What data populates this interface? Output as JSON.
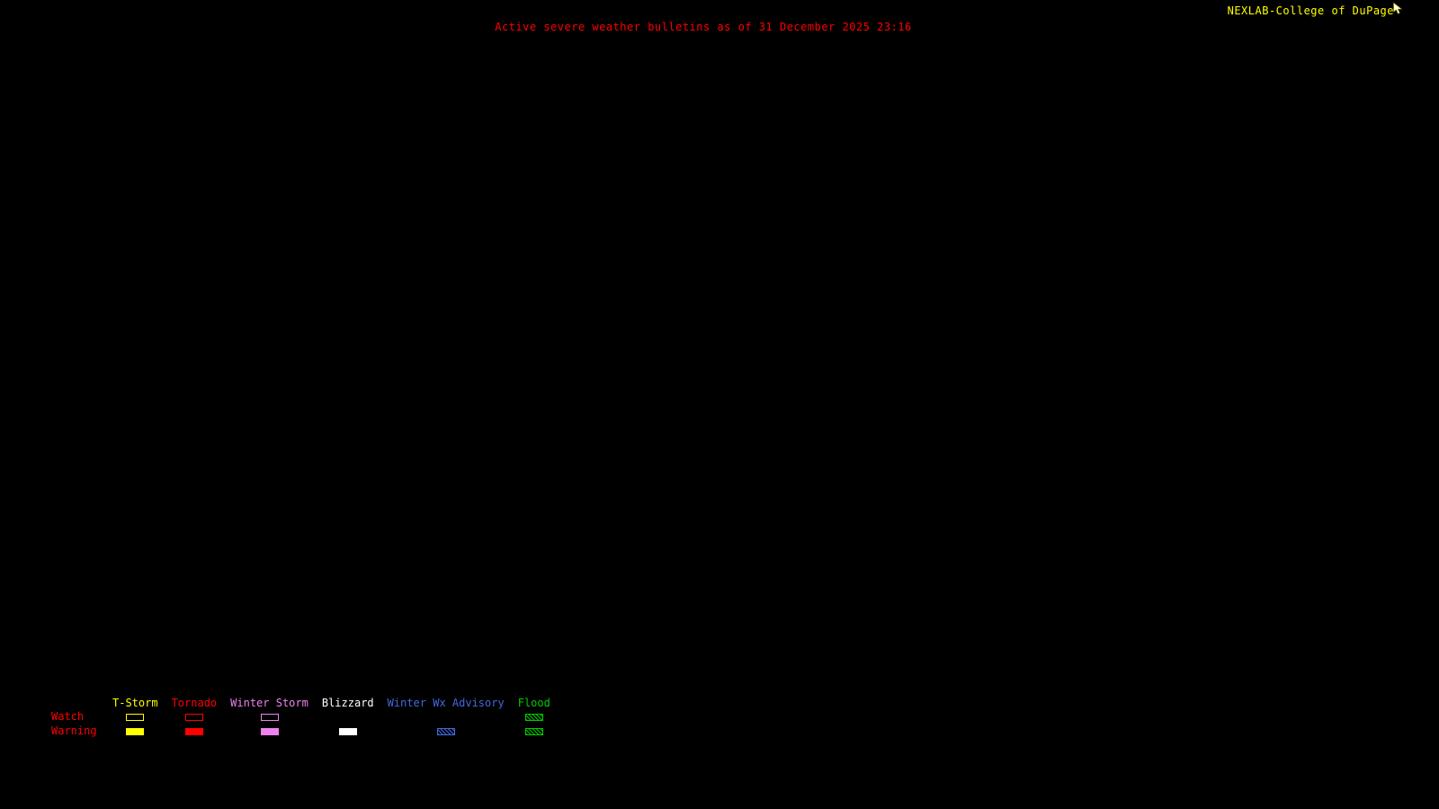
{
  "header": {
    "title": "Active severe weather bulletins as of 31 December 2025 23:16",
    "brand": "NEXLAB-College of DuPage"
  },
  "colors": {
    "background": "#000000",
    "title": "#ff0000",
    "brand": "#ffff00",
    "row_label": "#ff0000"
  },
  "legend": {
    "watch_label": "Watch",
    "warning_label": "Warning",
    "columns": [
      {
        "label": "T-Storm",
        "color": "#ffff00",
        "watch": "outline",
        "warning": "fill"
      },
      {
        "label": "Tornado",
        "color": "#ff0000",
        "watch": "outline",
        "warning": "fill"
      },
      {
        "label": "Winter Storm",
        "color": "#ee82ee",
        "watch": "outline",
        "warning": "fill"
      },
      {
        "label": "Blizzard",
        "color": "#ffffff",
        "watch": "none",
        "warning": "fill"
      },
      {
        "label": "Winter Wx Advisory",
        "color": "#4169e1",
        "watch": "none",
        "warning": "hatch"
      },
      {
        "label": "Flood",
        "color": "#00cc00",
        "watch": "hatch",
        "warning": "hatch"
      }
    ]
  }
}
